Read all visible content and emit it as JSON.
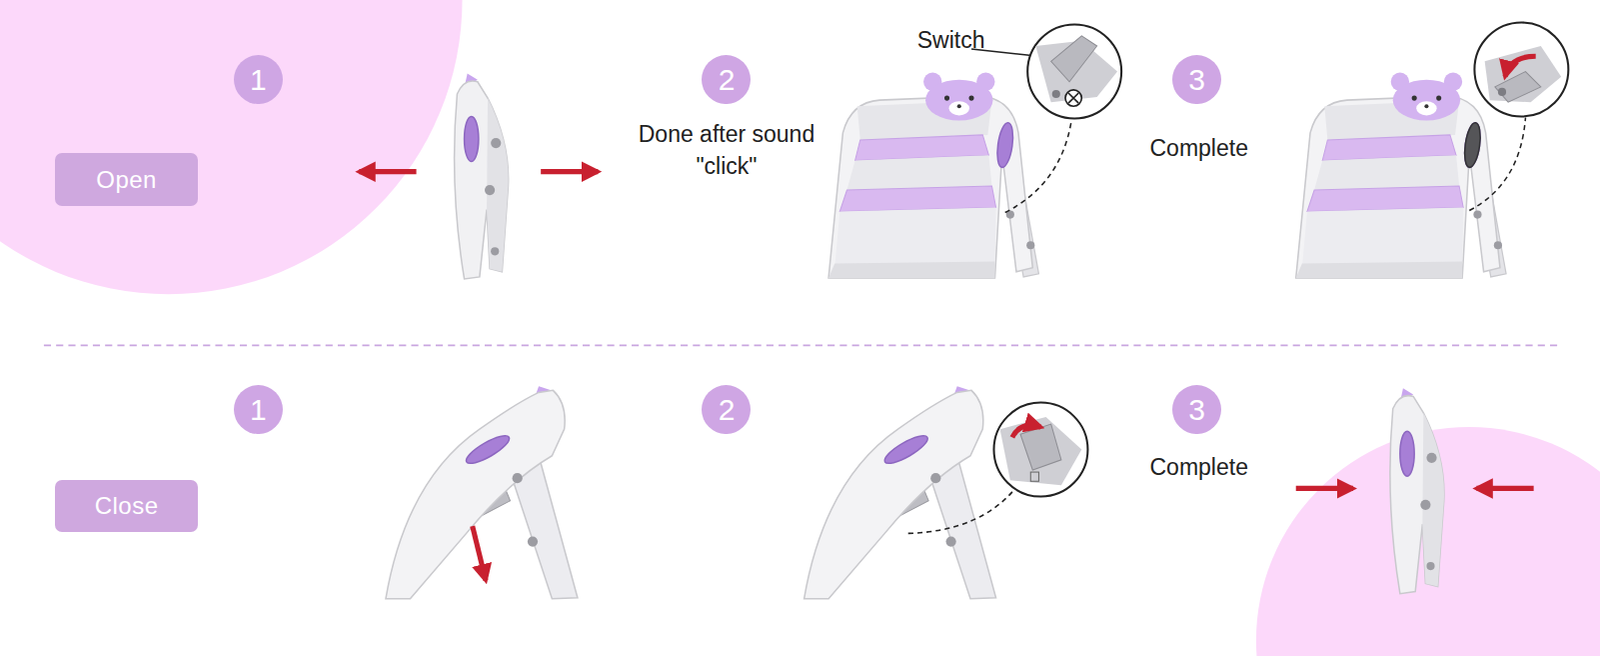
{
  "diagram": {
    "nodes": [
      {
        "text": [
          "Open"
        ]
      },
      {
        "text": [
          "1"
        ]
      },
      {
        "text": [
          "2"
        ]
      },
      {
        "text": [
          "3"
        ]
      },
      {
        "text": [
          "Close"
        ]
      },
      {
        "text": [
          "1"
        ]
      },
      {
        "text": [
          "2"
        ]
      },
      {
        "text": [
          "3"
        ]
      }
    ],
    "labels": [
      "Switch",
      "Done after sound \"click\"",
      "Complete",
      "Complete"
    ]
  }
}
